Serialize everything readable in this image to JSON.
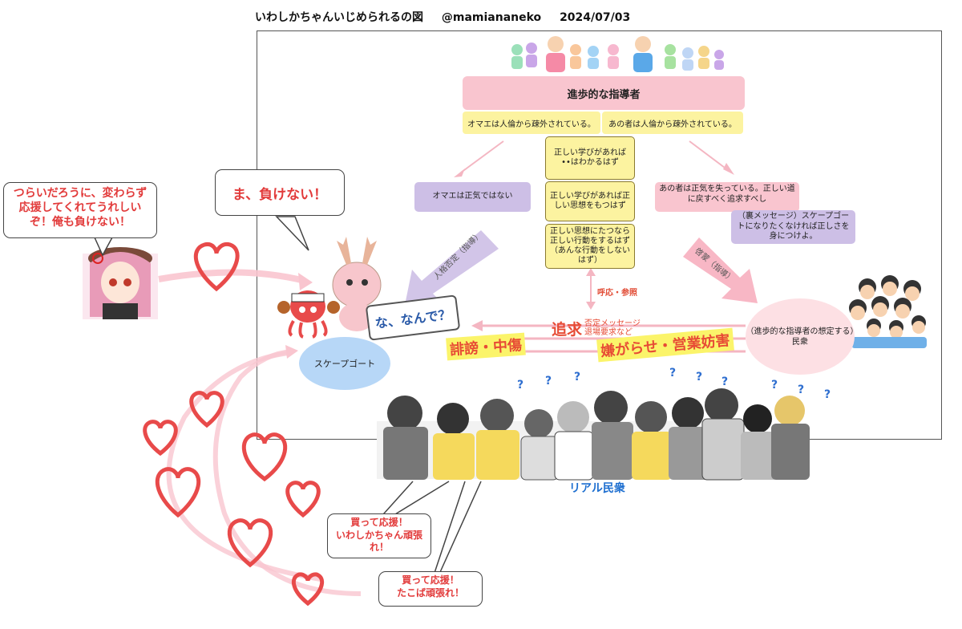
{
  "title": {
    "main": "いわしかちゃんいじめられるの図",
    "author": "@mamiananeko",
    "date": "2024/07/03"
  },
  "leader": {
    "label": "進歩的な指導者",
    "msg_left": "オマエは人倫から疎外されている。",
    "msg_right": "あの者は人倫から疎外されている。"
  },
  "center_boxes": [
    "正しい学びがあれば\n••はわかるはず",
    "正しい学びがあれば正しい思想をもつはず",
    "正しい思想にたつなら正しい行動をするはず（あんな行動をしないはず）"
  ],
  "left_box": "オマエは正気ではない",
  "right_box": "あの者は正気を失っている。正しい道に戻すべく追求すべし",
  "hidden_msg": "（裏メッセージ）スケープゴートになりたくなければ正しさを身につけよ。",
  "arrows": {
    "left_label": "人格否定（指導）",
    "right_label": "啓蒙（指導）",
    "center_label": "呼応・参照"
  },
  "pursuit": {
    "big": "追求",
    "small_1": "否定メッセージ",
    "small_2": "退場要求など"
  },
  "harassment_left": "誹謗・中傷",
  "harassment_right": "嫌がらせ・営業妨害",
  "scapegoat": "スケープゴート",
  "public": "（進歩的な指導者の想定する）民衆",
  "nande": "な、なんで？",
  "real_public": "リアル民衆",
  "bubble_makenai": "ま、負けない！",
  "bubble_support": "つらいだろうに、変わらず応援してくれてうれしいぞ！俺も負けない！",
  "bubble_buy_1": "買って応援！\nいわしかちゃん頑張れ！",
  "bubble_buy_2": "買って応援！\nたこば頑張れ！",
  "question_mark": "?",
  "colors": {
    "leader_pink": "#f9c5cf",
    "msg_yellow": "#fcf3a0",
    "left_purple": "#cdbfe6",
    "heart_red": "#e84a4a",
    "scapegoat_blue": "#b7d7f7",
    "public_pink": "#fde0e4",
    "text_red": "#e23b3b",
    "real_public_blue": "#1e6fd0"
  }
}
